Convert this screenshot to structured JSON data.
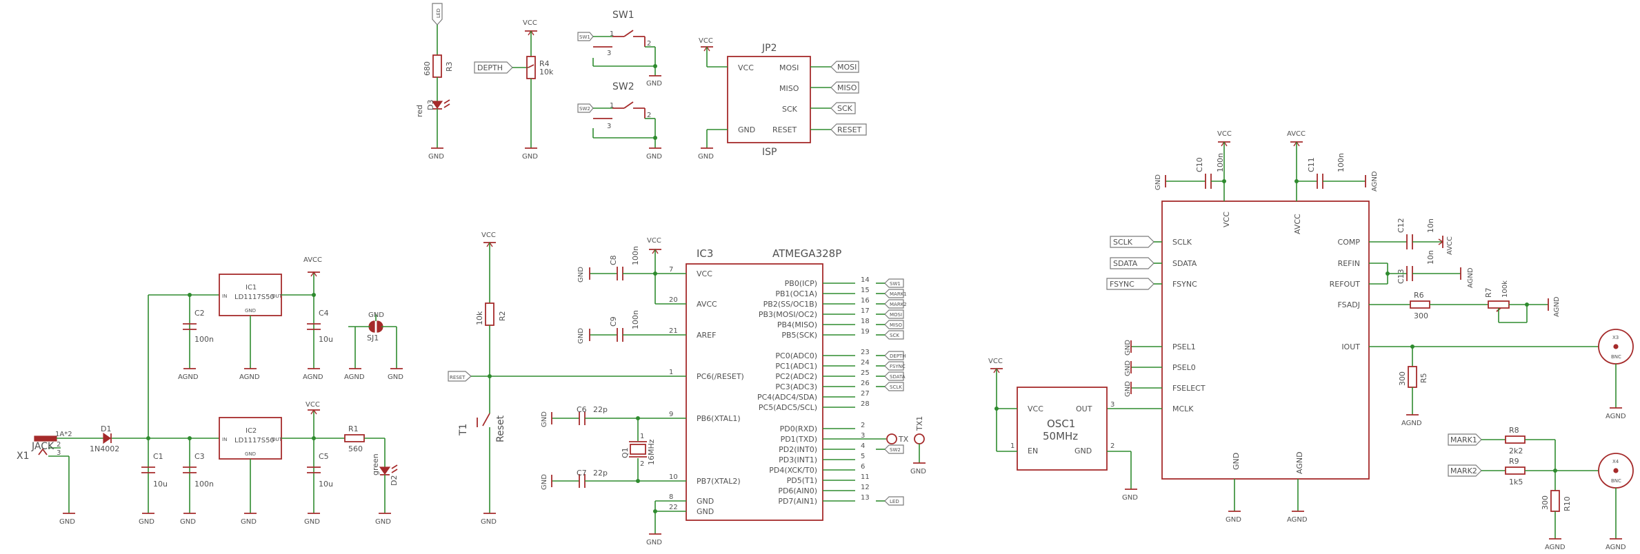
{
  "jack": {
    "name": "JACK",
    "ref": "X1",
    "pins": [
      "1A*2",
      "2",
      "3"
    ]
  },
  "gnd": "GND",
  "agnd": "AGND",
  "vcc": "VCC",
  "avcc": "AVCC",
  "d1": {
    "ref": "D1",
    "value": "1N4002"
  },
  "ic1": {
    "ref": "IC1",
    "value": "LD1117S50",
    "in": "IN",
    "out": "OUT",
    "gnd": "GND"
  },
  "ic2": {
    "ref": "IC2",
    "value": "LD1117S50",
    "in": "IN",
    "out": "OUT",
    "gnd": "GND"
  },
  "c1": {
    "ref": "C1",
    "value": "10u"
  },
  "c2": {
    "ref": "C2",
    "value": "100n"
  },
  "c3": {
    "ref": "C3",
    "value": "100n"
  },
  "c4": {
    "ref": "C4",
    "value": "10u"
  },
  "c5": {
    "ref": "C5",
    "value": "10u"
  },
  "r1": {
    "ref": "R1",
    "value": "560"
  },
  "d2": {
    "ref": "D2",
    "value": "green"
  },
  "sj1": {
    "ref": "SJ1"
  },
  "led_label": "LED",
  "r3": {
    "ref": "R3",
    "value": "680"
  },
  "d3": {
    "ref": "D3",
    "value": "red"
  },
  "r4": {
    "ref": "R4",
    "value": "10k"
  },
  "depth": "DEPTH",
  "sw1": {
    "ref": "SW1",
    "net": "SW1",
    "pins": [
      "1",
      "2",
      "3"
    ]
  },
  "sw2": {
    "ref": "SW2",
    "net": "SW2",
    "pins": [
      "1",
      "2",
      "3"
    ]
  },
  "jp2": {
    "ref": "JP2",
    "value": "ISP",
    "pins": [
      "VCC",
      "MOSI",
      "MISO",
      "SCK",
      "GND",
      "RESET"
    ]
  },
  "isp_labels": [
    "MOSI",
    "MISO",
    "SCK",
    "RESET"
  ],
  "ic3": {
    "ref": "IC3",
    "value": "ATMEGA328P",
    "left_pins": [
      {
        "name": "VCC",
        "num": "7"
      },
      {
        "name": "AVCC",
        "num": "20"
      },
      {
        "name": "AREF",
        "num": "21"
      },
      {
        "name": "PC6(/RESET)",
        "num": "1"
      },
      {
        "name": "PB6(XTAL1)",
        "num": "9"
      },
      {
        "name": "PB7(XTAL2)",
        "num": "10"
      },
      {
        "name": "GND",
        "num": "8"
      },
      {
        "name": "GND",
        "num": "22"
      }
    ],
    "right_pins": [
      {
        "name": "PB0(ICP)",
        "num": "14",
        "label": "SW1"
      },
      {
        "name": "PB1(OC1A)",
        "num": "15",
        "label": "MARK1"
      },
      {
        "name": "PB2(SS/OC1B)",
        "num": "16",
        "label": "MARK2"
      },
      {
        "name": "PB3(MOSI/OC2)",
        "num": "17",
        "label": "MOSI"
      },
      {
        "name": "PB4(MISO)",
        "num": "18",
        "label": "MISO"
      },
      {
        "name": "PB5(SCK)",
        "num": "19",
        "label": "SCK"
      },
      {
        "name": "PC0(ADC0)",
        "num": "23",
        "label": "DEPTH"
      },
      {
        "name": "PC1(ADC1)",
        "num": "24",
        "label": "FSYNC"
      },
      {
        "name": "PC2(ADC2)",
        "num": "25",
        "label": "SDATA"
      },
      {
        "name": "PC3(ADC3)",
        "num": "26",
        "label": "SCLK"
      },
      {
        "name": "PC4(ADC4/SDA)",
        "num": "27",
        "label": ""
      },
      {
        "name": "PC5(ADC5/SCL)",
        "num": "28",
        "label": ""
      },
      {
        "name": "PD0(RXD)",
        "num": "2",
        "label": ""
      },
      {
        "name": "PD1(TXD)",
        "num": "3",
        "label": ""
      },
      {
        "name": "PD2(INT0)",
        "num": "4",
        "label": "SW2"
      },
      {
        "name": "PD3(INT1)",
        "num": "5",
        "label": ""
      },
      {
        "name": "PD4(XCK/T0)",
        "num": "6",
        "label": ""
      },
      {
        "name": "PD5(T1)",
        "num": "11",
        "label": ""
      },
      {
        "name": "PD6(AIN0)",
        "num": "12",
        "label": ""
      },
      {
        "name": "PD7(AIN1)",
        "num": "13",
        "label": "LED"
      }
    ]
  },
  "c8": {
    "ref": "C8",
    "value": "100n"
  },
  "c9": {
    "ref": "C9",
    "value": "100n"
  },
  "c6": {
    "ref": "C6",
    "value": "22p"
  },
  "c7": {
    "ref": "C7",
    "value": "22p"
  },
  "q1": {
    "ref": "Q1",
    "value": "16MHz",
    "pins": [
      "1",
      "2"
    ]
  },
  "r2": {
    "ref": "R2",
    "value": "10k"
  },
  "t1": {
    "ref": "T1",
    "value": "Reset"
  },
  "reset_label": "RESET",
  "tx1": {
    "ref": "TX1",
    "label": "TX"
  },
  "sw2_label": "SW2",
  "ad9833": {
    "vcc": "VCC",
    "avcc": "AVCC",
    "left_pins": [
      "SCLK",
      "SDATA",
      "FSYNC",
      "PSEL1",
      "PSEL0",
      "FSELECT",
      "MCLK"
    ],
    "right_pins": [
      "COMP",
      "REFIN",
      "REFOUT",
      "FSADJ",
      "IOUT"
    ],
    "bottom_pins": [
      "GND",
      "AGND"
    ]
  },
  "net_labels": [
    "SCLK",
    "SDATA",
    "FSYNC"
  ],
  "c10": {
    "ref": "C10",
    "value": "100n"
  },
  "c11": {
    "ref": "C11",
    "value": "100n"
  },
  "c12": {
    "ref": "C12",
    "value": "10n"
  },
  "c13": {
    "ref": "C13",
    "value": "10n"
  },
  "r6": {
    "ref": "R6",
    "value": "300"
  },
  "r7": {
    "ref": "R7",
    "value": "100k"
  },
  "r5": {
    "ref": "R5",
    "value": "300"
  },
  "osc1": {
    "ref": "OSC1",
    "value": "50MHz",
    "vcc": "VCC",
    "out": "OUT",
    "en": "EN",
    "gnd": "GND",
    "pins": [
      "3",
      "1",
      "2"
    ]
  },
  "x3": {
    "ref": "X3",
    "sub": "BNC"
  },
  "x4": {
    "ref": "X4",
    "sub": "BNC"
  },
  "r8": {
    "ref": "R8",
    "value": "2k2"
  },
  "r9": {
    "ref": "R9",
    "value": "1k5"
  },
  "r10": {
    "ref": "R10",
    "value": "300"
  },
  "mark_labels": [
    "MARK1",
    "MARK2"
  ]
}
